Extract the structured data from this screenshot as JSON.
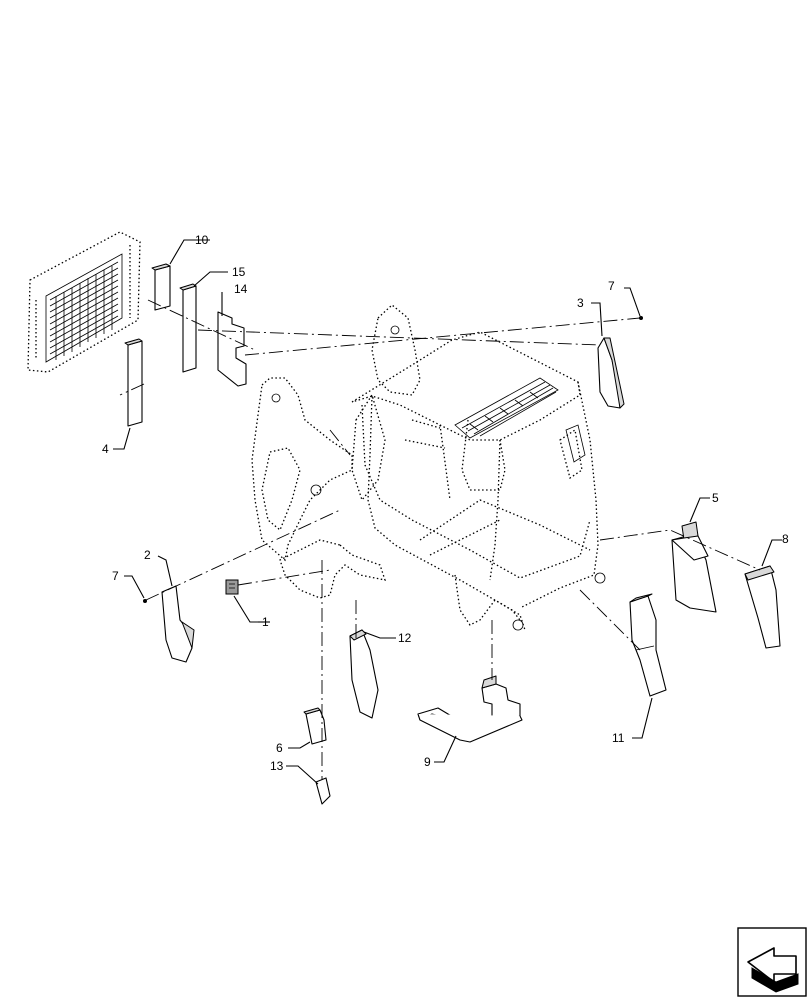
{
  "callouts": {
    "c1": "1",
    "c2": "2",
    "c3": "3",
    "c4": "4",
    "c5": "5",
    "c6": "6",
    "c7a": "7",
    "c7b": "7",
    "c8": "8",
    "c9": "9",
    "c10": "10",
    "c11": "11",
    "c12": "12",
    "c13": "13",
    "c14": "14",
    "c15": "15"
  },
  "icons": {
    "nav": "navigation-arrow-icon"
  }
}
